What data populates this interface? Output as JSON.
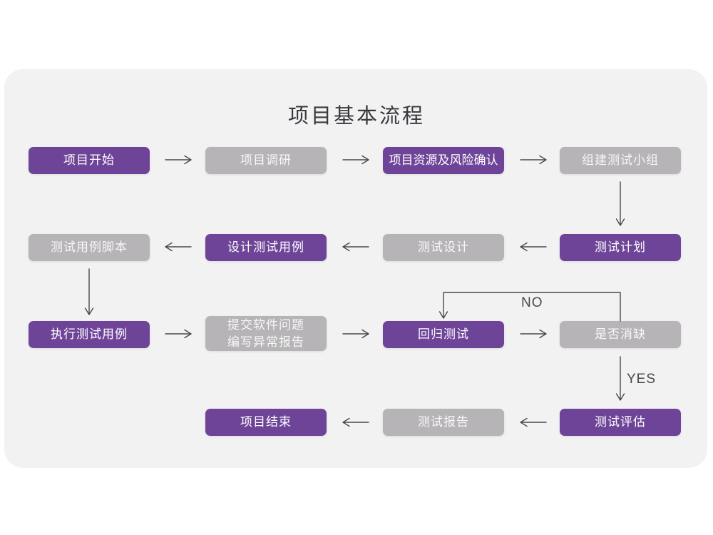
{
  "page": {
    "title": "项目基本流程"
  },
  "flowchart": {
    "nodes": [
      {
        "id": "project-start",
        "label": "项目开始",
        "emphasis": true
      },
      {
        "id": "project-research",
        "label": "项目调研",
        "emphasis": false
      },
      {
        "id": "resources-risk-confirm",
        "label": "项目资源及风险确认",
        "emphasis": true
      },
      {
        "id": "build-test-team",
        "label": "组建测试小组",
        "emphasis": false
      },
      {
        "id": "test-plan",
        "label": "测试计划",
        "emphasis": true
      },
      {
        "id": "test-design",
        "label": "测试设计",
        "emphasis": false
      },
      {
        "id": "design-test-cases",
        "label": "设计测试用例",
        "emphasis": true
      },
      {
        "id": "test-case-script",
        "label": "测试用例脚本",
        "emphasis": false
      },
      {
        "id": "execute-test-cases",
        "label": "执行测试用例",
        "emphasis": true
      },
      {
        "id": "submit-issues-report",
        "label": "提交软件问题\n编写异常报告",
        "emphasis": false
      },
      {
        "id": "regression-test",
        "label": "回归测试",
        "emphasis": true
      },
      {
        "id": "defect-cleared",
        "label": "是否消缺",
        "emphasis": false
      },
      {
        "id": "test-evaluation",
        "label": "测试评估",
        "emphasis": true
      },
      {
        "id": "test-report",
        "label": "测试报告",
        "emphasis": false
      },
      {
        "id": "project-end",
        "label": "项目结束",
        "emphasis": true
      }
    ],
    "edge_labels": {
      "no": "NO",
      "yes": "YES"
    },
    "colors": {
      "accent": "#6e4498",
      "muted": "#b6b4b6",
      "canvas": "#f3f2f3",
      "arrow": "#4b484d",
      "title_text": "#3b383e"
    }
  }
}
